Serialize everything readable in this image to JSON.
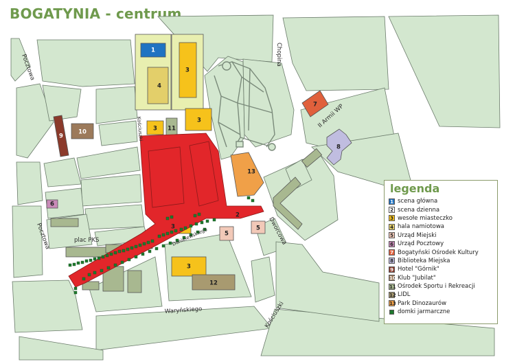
{
  "map": {
    "title": "BOGATYNIA - centrum",
    "streets": {
      "pocztowa_top": "Pocztowa",
      "pocztowa_bottom": "Pocztowa",
      "chopina": "Chopina",
      "kosciuszki_top": "Kościuszki",
      "armii": "II Armii WP",
      "dworcowa": "Dworcowa",
      "danielewskiego": "Danielewskiego",
      "waryskiego": "Waryńskiego",
      "kosciuszki_bottom": "Kościuszki"
    },
    "place_label": "plac PKS",
    "markers": [
      "1",
      "2",
      "3",
      "3",
      "3",
      "3",
      "3",
      "4",
      "5",
      "5",
      "6",
      "7",
      "8",
      "9",
      "10",
      "11",
      "12",
      "13"
    ]
  },
  "legend": {
    "title": "legenda",
    "items": [
      {
        "num": "1",
        "label": "scena główna",
        "color": "#1f73c2"
      },
      {
        "num": "2",
        "label": "scena dzienna",
        "color": "#ffffff"
      },
      {
        "num": "3",
        "label": "wesołe miasteczko",
        "color": "#f6c21b"
      },
      {
        "num": "4",
        "label": "hala namiotowa",
        "color": "#e3cf6a"
      },
      {
        "num": "5",
        "label": "Urząd Miejski",
        "color": "#f2c9b8"
      },
      {
        "num": "6",
        "label": "Urząd Pocztowy",
        "color": "#c98ab8"
      },
      {
        "num": "7",
        "label": "Bogatyński Ośrodek Kultury",
        "color": "#e0603c"
      },
      {
        "num": "8",
        "label": "Biblioteka Miejska",
        "color": "#c0bde0"
      },
      {
        "num": "9",
        "label": "Hotel \"Górnik\"",
        "color": "#8b3a2b"
      },
      {
        "num": "10",
        "label": "Klub \"Jubilat\"",
        "color": "#9c7a5b"
      },
      {
        "num": "11",
        "label": "Ośrodek Sportu i Rekreacji",
        "color": "#a8b890"
      },
      {
        "num": "12",
        "label": "LIDL",
        "color": "#a89a70"
      },
      {
        "num": "13",
        "label": "Park Dinozaurów",
        "color": "#f0a048"
      },
      {
        "num": "",
        "label": "domki jarmarczne",
        "color": "#1f7a2e"
      }
    ]
  },
  "colors": {
    "block": "#d3e7cf",
    "road": "#ffffff",
    "event_area": "#e2262a",
    "outline": "#5a6a5a"
  }
}
